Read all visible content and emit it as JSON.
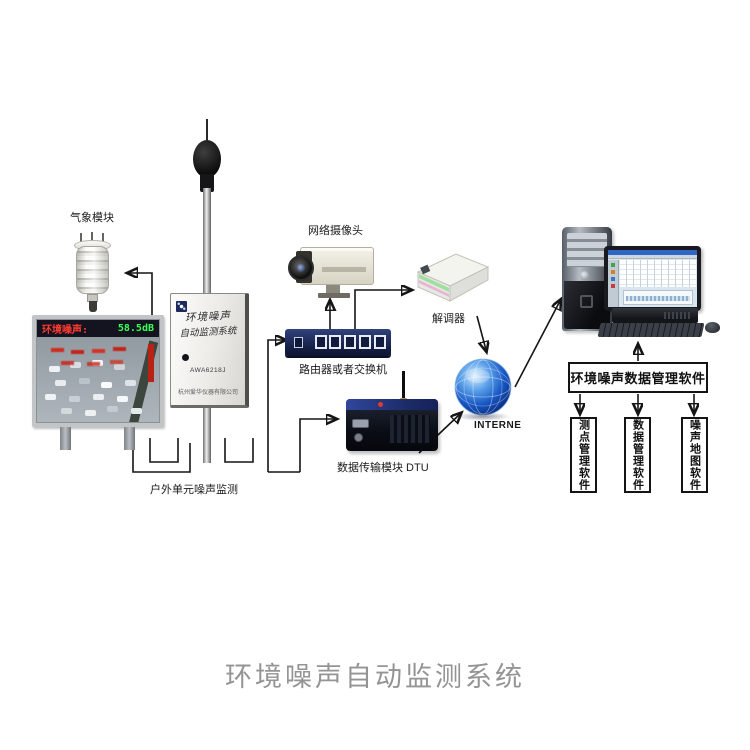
{
  "page_title": "环境噪声自动监测系统",
  "diagram": {
    "weather_module_label": "气象模块",
    "camera_label": "网络摄像头",
    "router_label": "路由器或者交换机",
    "modem_label": "解调器",
    "dtu_label": "数据传输模块 DTU",
    "internet_label": "INTERNE",
    "outdoor_unit_label": "户外单元噪声监测",
    "led_display": {
      "header_label": "环境噪声:",
      "header_value": "58.5dB"
    },
    "monitor_box": {
      "title_line1": "环境噪声",
      "title_line2": "自动监测系统",
      "model": "AWA6218J",
      "company": "杭州爱华仪器有限公司"
    },
    "software": {
      "main_label": "环境噪声数据管理软件",
      "modules": [
        {
          "label": "测点管理软件"
        },
        {
          "label": "数据管理软件"
        },
        {
          "label": "噪声地图软件"
        }
      ]
    }
  },
  "colors": {
    "accent_navy": "#1c2f63",
    "globe_blue": "#1f6bd8",
    "led_red": "#ff3b30",
    "led_green": "#3dff55",
    "title_grey": "#949494"
  }
}
